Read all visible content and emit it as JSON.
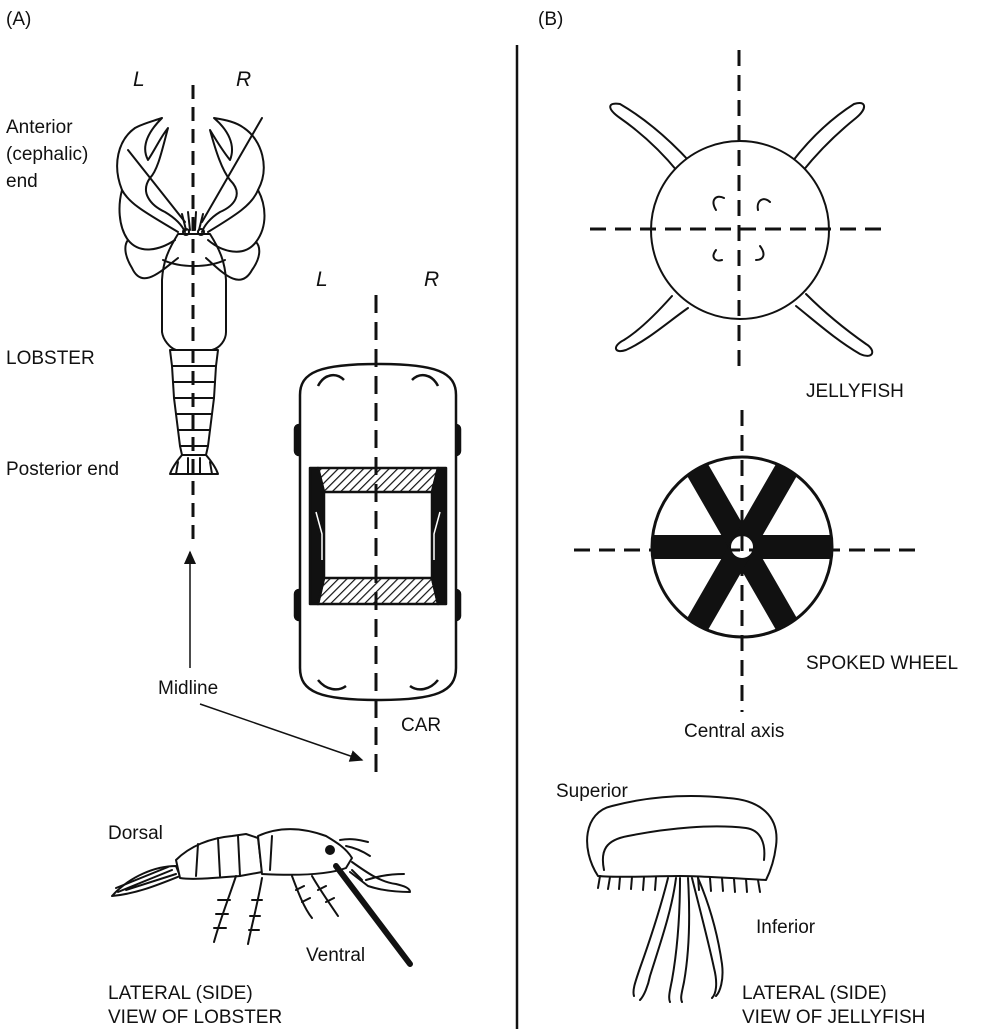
{
  "panel_a": {
    "tag": "(A)",
    "lobster": {
      "left": "L",
      "right": "R",
      "anterior": "Anterior",
      "cephalic": "(cephalic)",
      "end": "end",
      "name": "LOBSTER",
      "posterior": "Posterior end"
    },
    "car": {
      "left": "L",
      "right": "R",
      "name": "CAR"
    },
    "midline": "Midline",
    "lateral": {
      "dorsal": "Dorsal",
      "ventral": "Ventral",
      "line1": "LATERAL (SIDE)",
      "line2": "VIEW OF LOBSTER"
    }
  },
  "panel_b": {
    "tag": "(B)",
    "jellyfish": "JELLYFISH",
    "wheel": "SPOKED WHEEL",
    "axis": "Central axis",
    "lateral": {
      "superior": "Superior",
      "inferior": "Inferior",
      "line1": "LATERAL (SIDE)",
      "line2": "VIEW OF JELLYFISH"
    }
  }
}
